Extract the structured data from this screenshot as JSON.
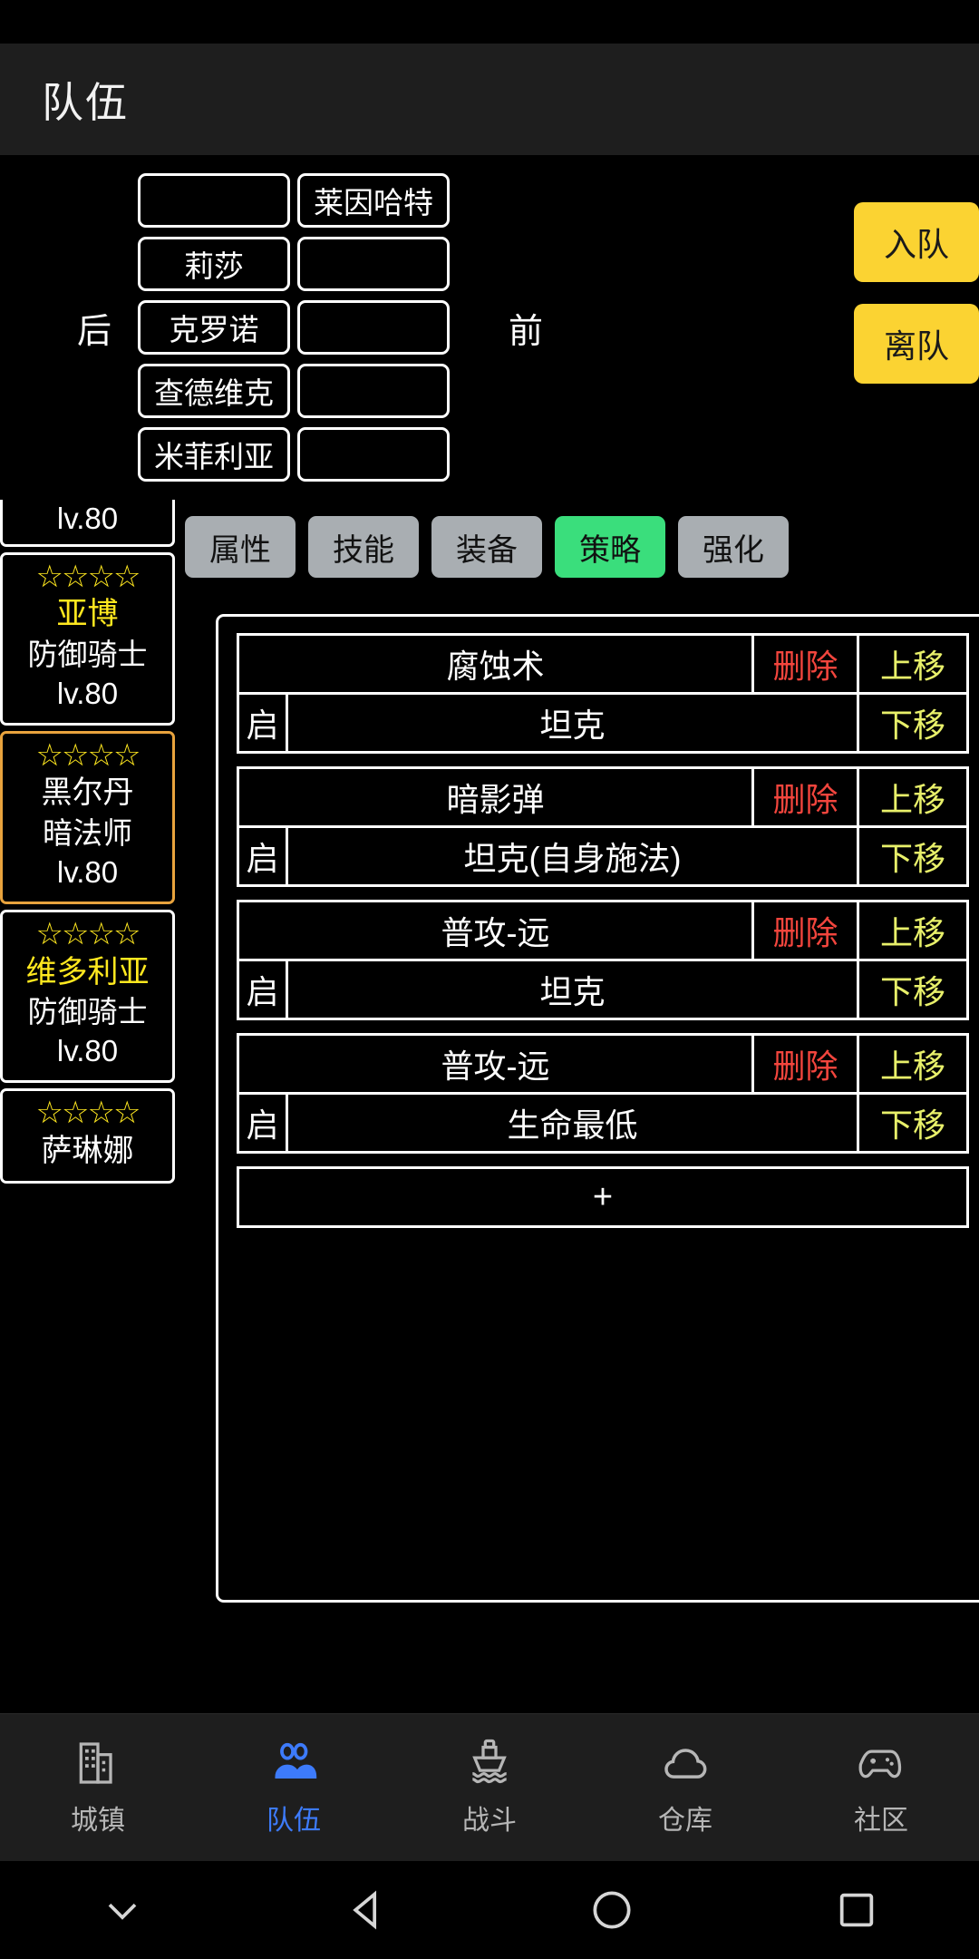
{
  "header": {
    "title": "队伍"
  },
  "formation": {
    "back_label": "后",
    "front_label": "前",
    "rows": [
      {
        "back": "",
        "front": "莱因哈特"
      },
      {
        "back": "莉莎",
        "front": ""
      },
      {
        "back": "克罗诺",
        "front": ""
      },
      {
        "back": "查德维克",
        "front": ""
      },
      {
        "back": "米菲利亚",
        "front": ""
      }
    ],
    "join_label": "入队",
    "leave_label": "离队",
    "accent_color": "#fbd332"
  },
  "char_list": {
    "partial_top_lv": "lv.80",
    "cards": [
      {
        "stars": "☆☆☆☆",
        "name": "亚博",
        "cls": "防御骑士",
        "lv": "lv.80",
        "selected": false,
        "name_color": "gold"
      },
      {
        "stars": "☆☆☆☆",
        "name": "黑尔丹",
        "cls": "暗法师",
        "lv": "lv.80",
        "selected": true,
        "name_color": "white"
      },
      {
        "stars": "☆☆☆☆",
        "name": "维多利亚",
        "cls": "防御骑士",
        "lv": "lv.80",
        "selected": false,
        "name_color": "gold"
      },
      {
        "stars": "☆☆☆☆",
        "name": "萨琳娜",
        "cls": "",
        "lv": "",
        "selected": false,
        "name_color": "white"
      }
    ]
  },
  "tabs": [
    {
      "label": "属性",
      "active": false
    },
    {
      "label": "技能",
      "active": false
    },
    {
      "label": "装备",
      "active": false
    },
    {
      "label": "策略",
      "active": true
    },
    {
      "label": "强化",
      "active": false
    }
  ],
  "strategy": {
    "delete_label": "删除",
    "moveup_label": "上移",
    "movedown_label": "下移",
    "toggle_label": "启",
    "add_label": "+",
    "delete_color": "#f2453d",
    "move_color": "#e8f06a",
    "items": [
      {
        "skill": "腐蚀术",
        "target": "坦克"
      },
      {
        "skill": "暗影弹",
        "target": "坦克(自身施法)"
      },
      {
        "skill": "普攻-远",
        "target": "坦克"
      },
      {
        "skill": "普攻-远",
        "target": "生命最低"
      }
    ]
  },
  "bottom_nav": {
    "active_color": "#3d7bfb",
    "items": [
      {
        "label": "城镇",
        "icon": "building-icon",
        "active": false
      },
      {
        "label": "队伍",
        "icon": "people-icon",
        "active": true
      },
      {
        "label": "战斗",
        "icon": "ship-icon",
        "active": false
      },
      {
        "label": "仓库",
        "icon": "cloud-icon",
        "active": false
      },
      {
        "label": "社区",
        "icon": "gamepad-icon",
        "active": false
      }
    ]
  },
  "system_bar": {
    "buttons": [
      {
        "name": "collapse-keyboard-button",
        "glyph": "chevron-down-icon"
      },
      {
        "name": "back-button",
        "glyph": "triangle-back-icon"
      },
      {
        "name": "home-button",
        "glyph": "circle-home-icon"
      },
      {
        "name": "recents-button",
        "glyph": "square-recents-icon"
      }
    ]
  }
}
